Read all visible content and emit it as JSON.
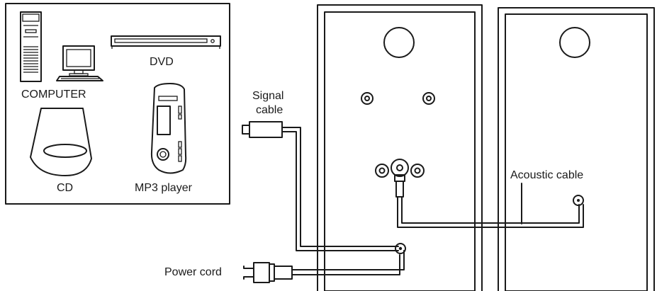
{
  "labels": {
    "computer": "COMPUTER",
    "dvd": "DVD",
    "cd": "CD",
    "mp3": "MP3 player",
    "signal_line1": "Signal",
    "signal_line2": "cable",
    "acoustic": "Acoustic cable",
    "power": "Power cord"
  },
  "colors": {
    "line": "#1a1a1a",
    "background": "#ffffff"
  }
}
